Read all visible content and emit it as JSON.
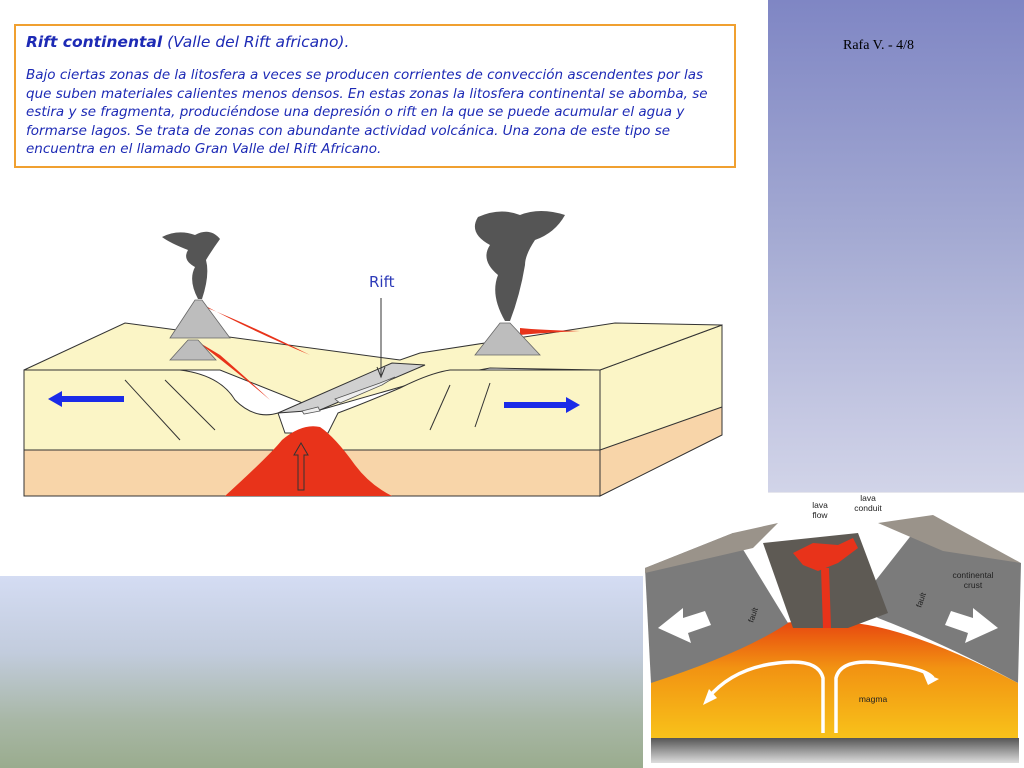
{
  "text_box": {
    "heading_bold": "Rift continental",
    "heading_rest": " (Valle del Rift africano).",
    "description": "Bajo ciertas zonas de la litosfera a veces se producen corrientes de convección ascendentes por las que suben materiales calientes menos densos. En estas zonas la litosfera continental se abomba, se estira y se fragmenta, produciéndose una depresión o rift en la que se puede acumular el agua y formarse lagos. Se trata de zonas con abundante actividad volcánica. Una zona de este tipo se encuentra en el llamado Gran Valle del Rift Africano."
  },
  "slide_credit": "Rafa V. - 4/8",
  "rift_diagram": {
    "label": "Rift",
    "colors": {
      "crust": "#fbf5c6",
      "mantle": "#f8d5a9",
      "magma": "#e8331a",
      "arrow": "#1a2be8",
      "volcano": "#bdbdbd",
      "smoke": "#555555"
    }
  },
  "photo_diagram": {
    "labels": {
      "lava_flow": "lava\nflow",
      "lava_conduit": "lava\nconduit",
      "continental_crust": "continental\ncrust",
      "fault_left": "fault",
      "fault_right": "fault",
      "magma": "magma"
    }
  }
}
